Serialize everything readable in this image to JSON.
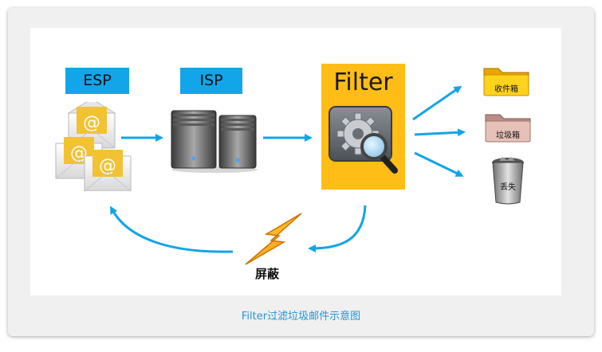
{
  "labels": {
    "esp": "ESP",
    "isp": "ISP",
    "filter": "Filter",
    "inbox": "收件箱",
    "spam": "垃圾箱",
    "discard": "丢失",
    "block": "屏蔽"
  },
  "caption": "Filter过滤垃圾邮件示意图",
  "icons": {
    "mail": "envelope-icon",
    "server": "server-icon",
    "filter": "gear-magnifier-icon",
    "folder": "folder-icon",
    "trash": "trash-can-icon",
    "lightning": "lightning-bolt-icon"
  },
  "colors": {
    "arrow": "#13a4e8",
    "label_bg": "#12a5ea",
    "filter_bg": "#ffbd15",
    "caption": "#2196d3"
  }
}
